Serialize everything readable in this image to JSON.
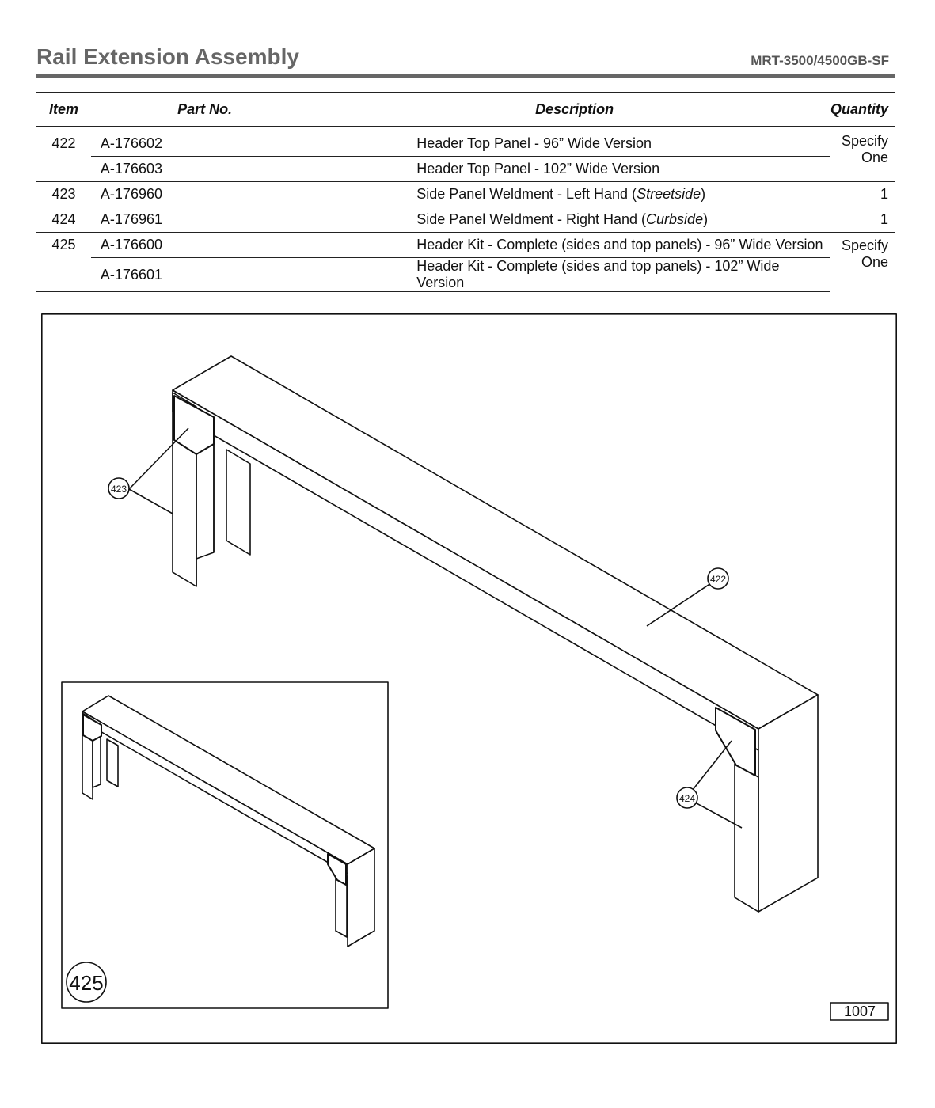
{
  "header": {
    "title": "Rail Extension Assembly",
    "model": "MRT-3500/4500GB-SF"
  },
  "table": {
    "columns": {
      "item": "Item",
      "part": "Part No.",
      "description": "Description",
      "quantity": "Quantity"
    },
    "rows": [
      {
        "item": "422",
        "part": "A-176602",
        "desc": "Header Top Panel - 96” Wide Version",
        "desc_italic": "",
        "desc_end": "",
        "qty": "Specify One"
      },
      {
        "item": "",
        "part": "A-176603",
        "desc": "Header Top Panel - 102” Wide Version",
        "desc_italic": "",
        "desc_end": "",
        "qty": ""
      },
      {
        "item": "423",
        "part": "A-176960",
        "desc": "Side Panel Weldment - Left Hand (",
        "desc_italic": "Streetside",
        "desc_end": ")",
        "qty": "1"
      },
      {
        "item": "424",
        "part": "A-176961",
        "desc": "Side Panel Weldment - Right Hand (",
        "desc_italic": "Curbside",
        "desc_end": ")",
        "qty": "1"
      },
      {
        "item": "425",
        "part": "A-176600",
        "desc": "Header Kit - Complete (sides and top panels) - 96” Wide Version",
        "desc_italic": "",
        "desc_end": "",
        "qty": "Specify One"
      },
      {
        "item": "",
        "part": "A-176601",
        "desc": "Header Kit - Complete (sides and top panels) - 102” Wide Version",
        "desc_italic": "",
        "desc_end": "",
        "qty": ""
      }
    ]
  },
  "figure": {
    "callouts": {
      "c422": "422",
      "c423": "423",
      "c424": "424",
      "c425": "425"
    },
    "figure_number": "1007"
  }
}
